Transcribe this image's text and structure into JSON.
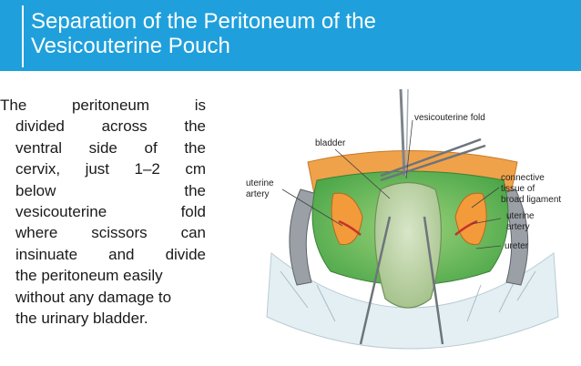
{
  "slide": {
    "title_line1": "Separation of the Peritoneum of the",
    "title_line2": "Vesicouterine Pouch",
    "body_lines": [
      [
        "The",
        "peritoneum",
        "is"
      ],
      [
        "divided",
        "across",
        "the"
      ],
      [
        "ventral",
        "side",
        "of",
        "the"
      ],
      [
        "cervix,",
        "just",
        "1–2",
        "cm"
      ],
      [
        "below",
        "the"
      ],
      [
        "vesicouterine",
        "fold"
      ],
      [
        "where",
        "scissors",
        "can"
      ],
      [
        "insinuate",
        "and",
        "divide"
      ],
      [
        "the peritoneum easily"
      ],
      [
        "without any damage to"
      ],
      [
        "the urinary bladder."
      ]
    ]
  },
  "figure": {
    "labels": {
      "vesicouterine_fold": "vesicouterine fold",
      "bladder": "bladder",
      "uterine_artery_left_1": "uterine",
      "uterine_artery_left_2": "artery",
      "connective_1": "connective",
      "connective_2": "tissue of",
      "connective_3": "broad ligament",
      "uterine_artery_right_1": "uterine",
      "uterine_artery_right_2": "artery",
      "ureter": "ureter"
    }
  },
  "colors": {
    "title_bar": "#1fa0dc",
    "title_text": "#ffffff",
    "body_text": "#1a1a1a"
  }
}
